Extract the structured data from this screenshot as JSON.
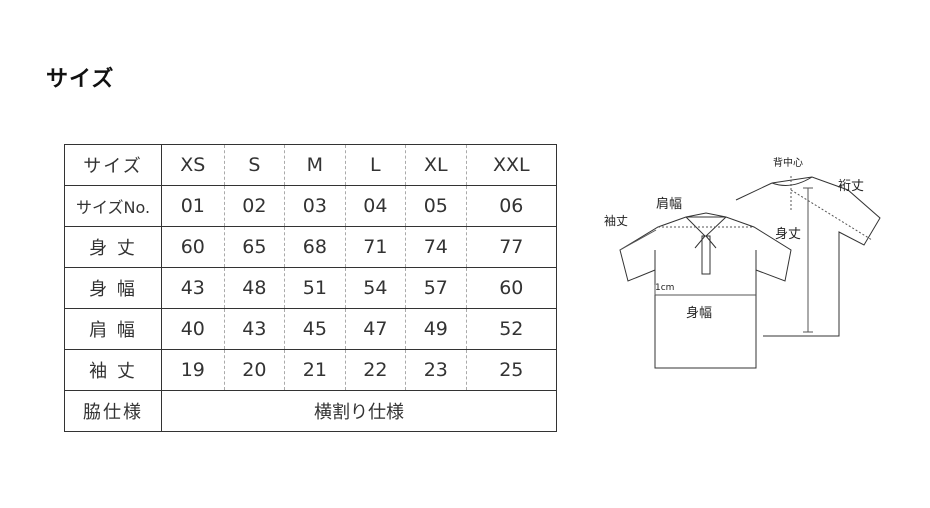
{
  "title": "サイズ",
  "table": {
    "header": {
      "label": "サイズ",
      "sizes": [
        "XS",
        "S",
        "M",
        "L",
        "XL",
        "XXL"
      ]
    },
    "rows": [
      {
        "label": "サイズNo.",
        "values": [
          "01",
          "02",
          "03",
          "04",
          "05",
          "06"
        ]
      },
      {
        "label": "身 丈",
        "values": [
          "60",
          "65",
          "68",
          "71",
          "74",
          "77"
        ]
      },
      {
        "label": "身 幅",
        "values": [
          "43",
          "48",
          "51",
          "54",
          "57",
          "60"
        ]
      },
      {
        "label": "肩 幅",
        "values": [
          "40",
          "43",
          "45",
          "47",
          "49",
          "52"
        ]
      },
      {
        "label": "袖 丈",
        "values": [
          "19",
          "20",
          "21",
          "22",
          "23",
          "25"
        ]
      }
    ],
    "spec": {
      "label": "脇仕様",
      "value": "横割り仕様"
    }
  },
  "diagram": {
    "labels": {
      "back_center": "背中心",
      "yuki": "裄丈",
      "shoulder_width": "肩幅",
      "sleeve_length": "袖丈",
      "body_length": "身丈",
      "offset": "1cm",
      "body_width": "身幅"
    }
  }
}
